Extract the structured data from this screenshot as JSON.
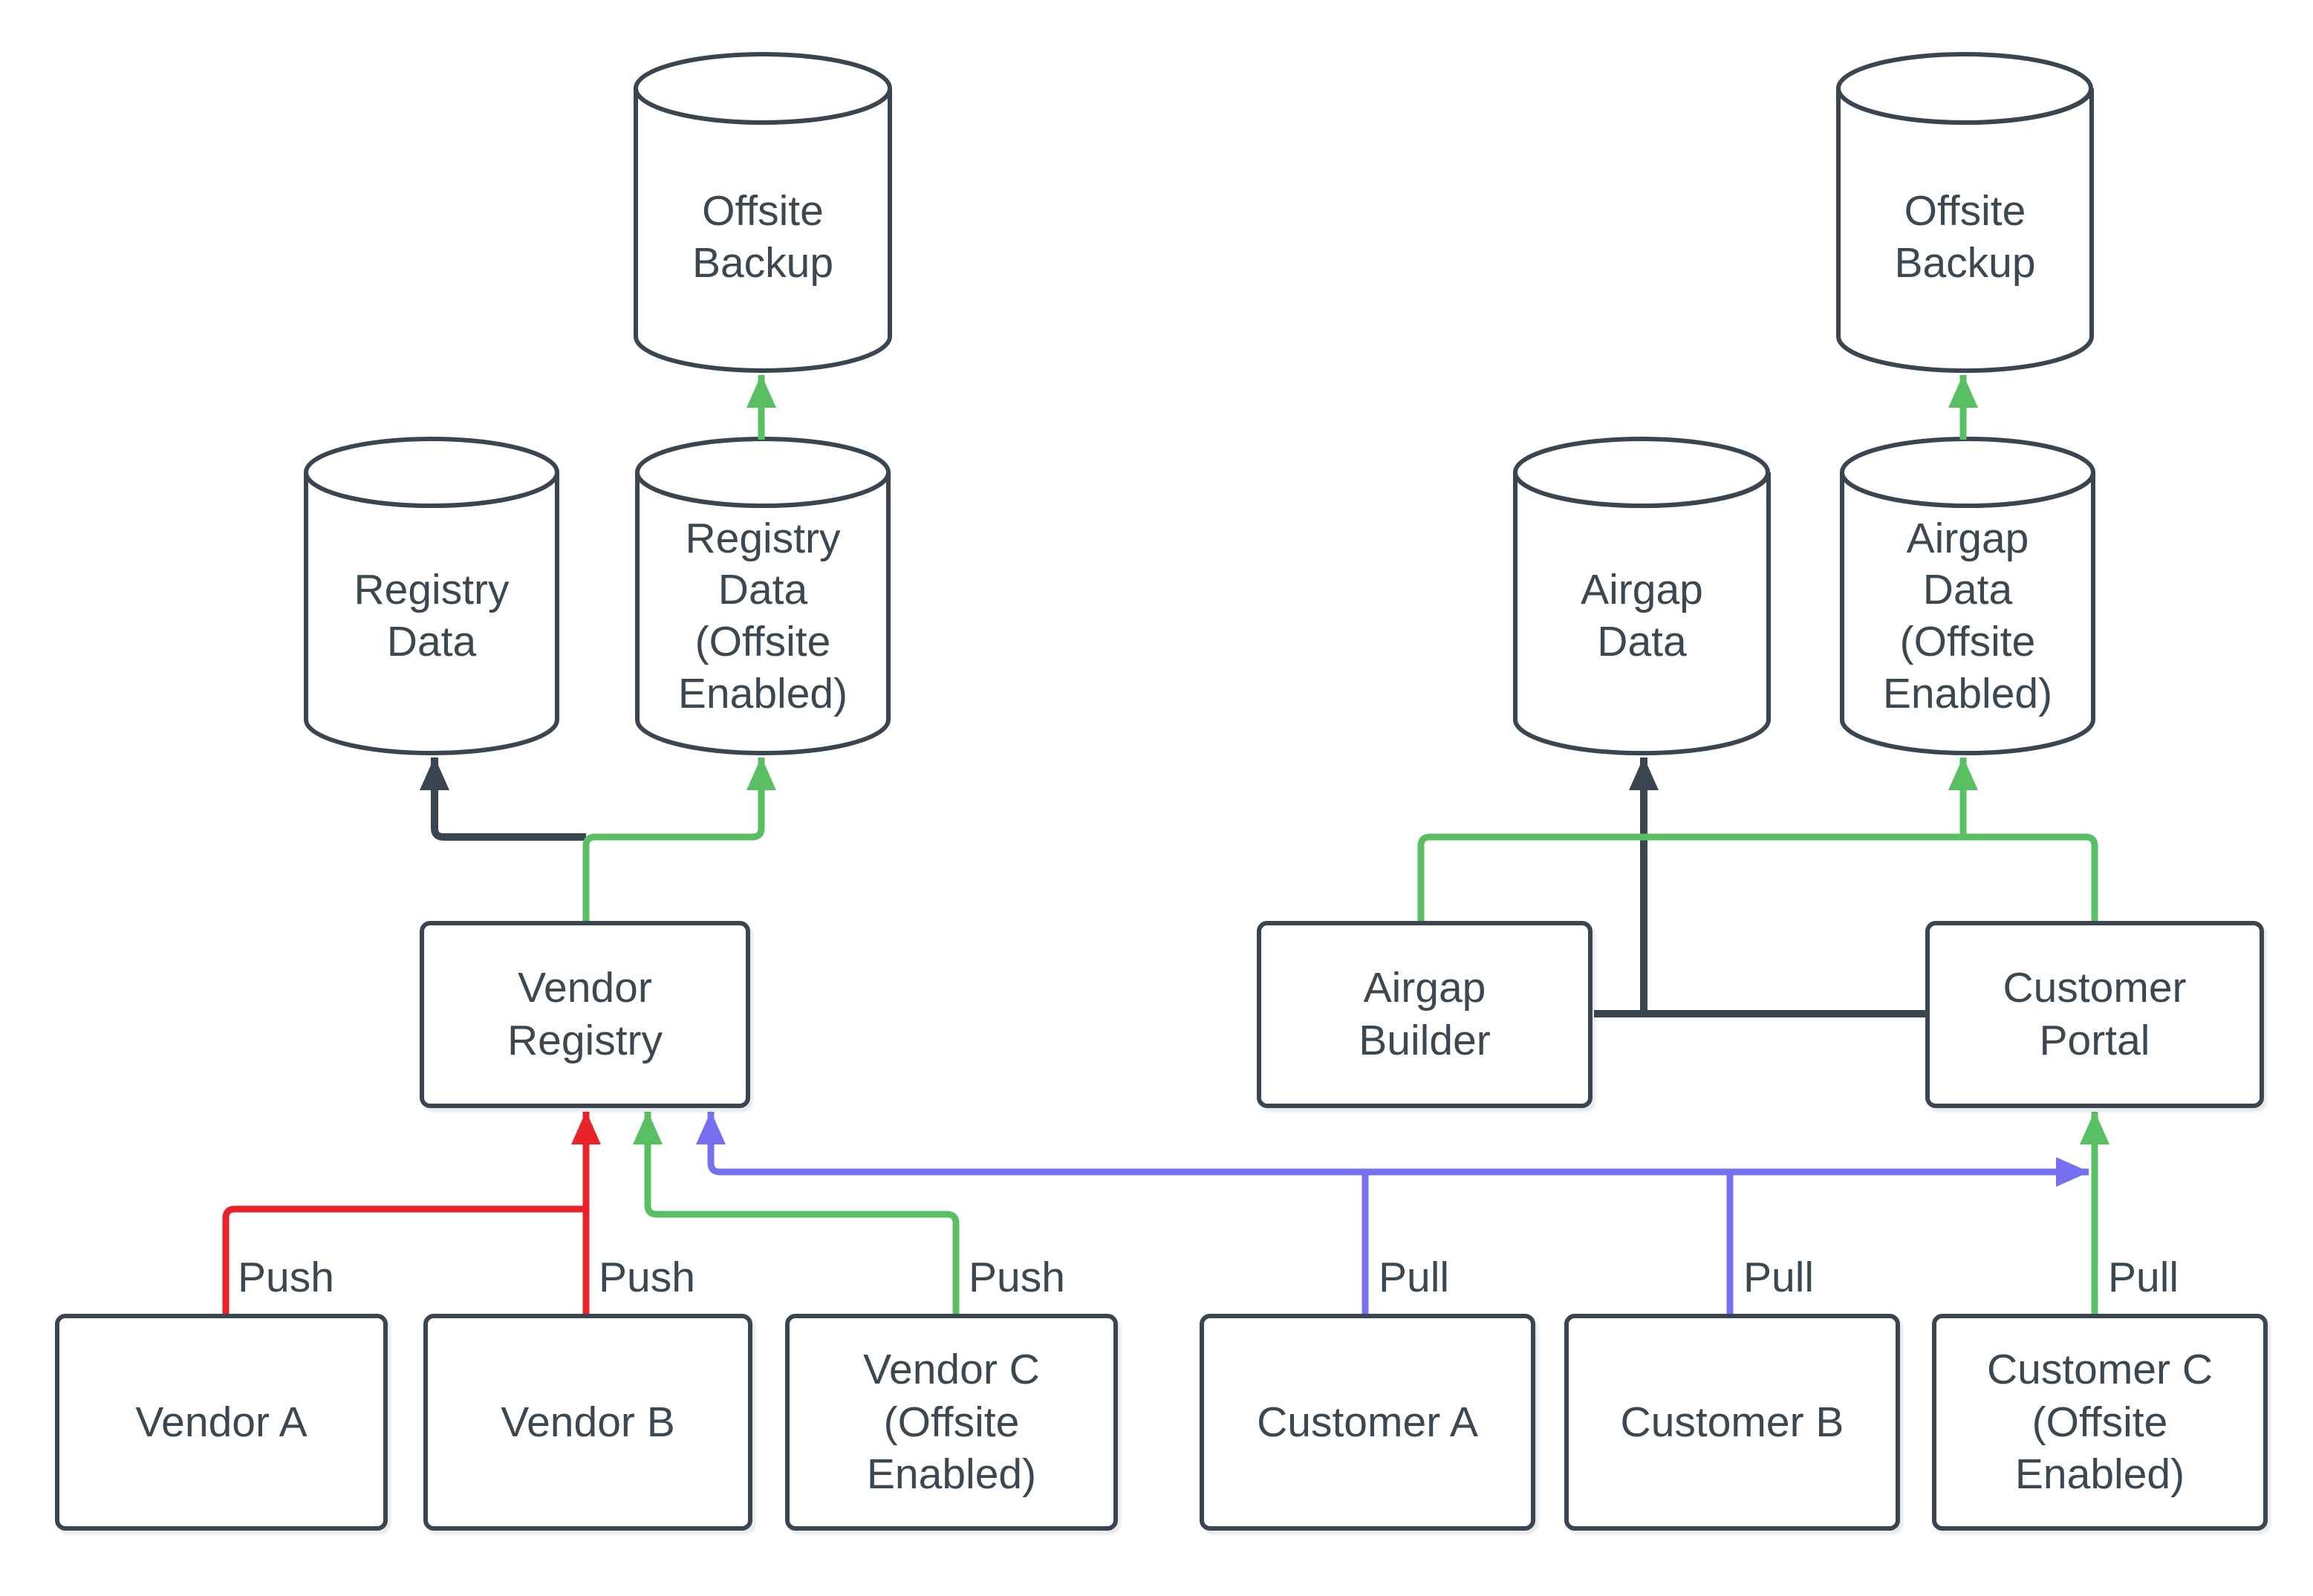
{
  "diagram_type": "flowchart",
  "colors": {
    "node_stroke": "#3a4552",
    "text": "#3b4751",
    "push_red": "#e8232a",
    "offsite_green": "#58bf63",
    "pull_blue": "#7570f0",
    "background": "#ffffff"
  },
  "nodes": {
    "offsite_backup_left": "Offsite\nBackup",
    "registry_data": "Registry\nData",
    "registry_data_offsite": "Registry\nData\n(Offsite\nEnabled)",
    "vendor_registry": "Vendor\nRegistry",
    "vendor_a": "Vendor A",
    "vendor_b": "Vendor B",
    "vendor_c": "Vendor C\n(Offsite\nEnabled)",
    "offsite_backup_right": "Offsite\nBackup",
    "airgap_data": "Airgap\nData",
    "airgap_data_offsite": "Airgap\nData\n(Offsite\nEnabled)",
    "airgap_builder": "Airgap\nBuilder",
    "customer_portal": "Customer\nPortal",
    "customer_a": "Customer A",
    "customer_b": "Customer B",
    "customer_c": "Customer C\n(Offsite\nEnabled)"
  },
  "edge_labels": {
    "push": [
      "Push",
      "Push",
      "Push"
    ],
    "pull": [
      "Pull",
      "Pull",
      "Pull"
    ]
  }
}
